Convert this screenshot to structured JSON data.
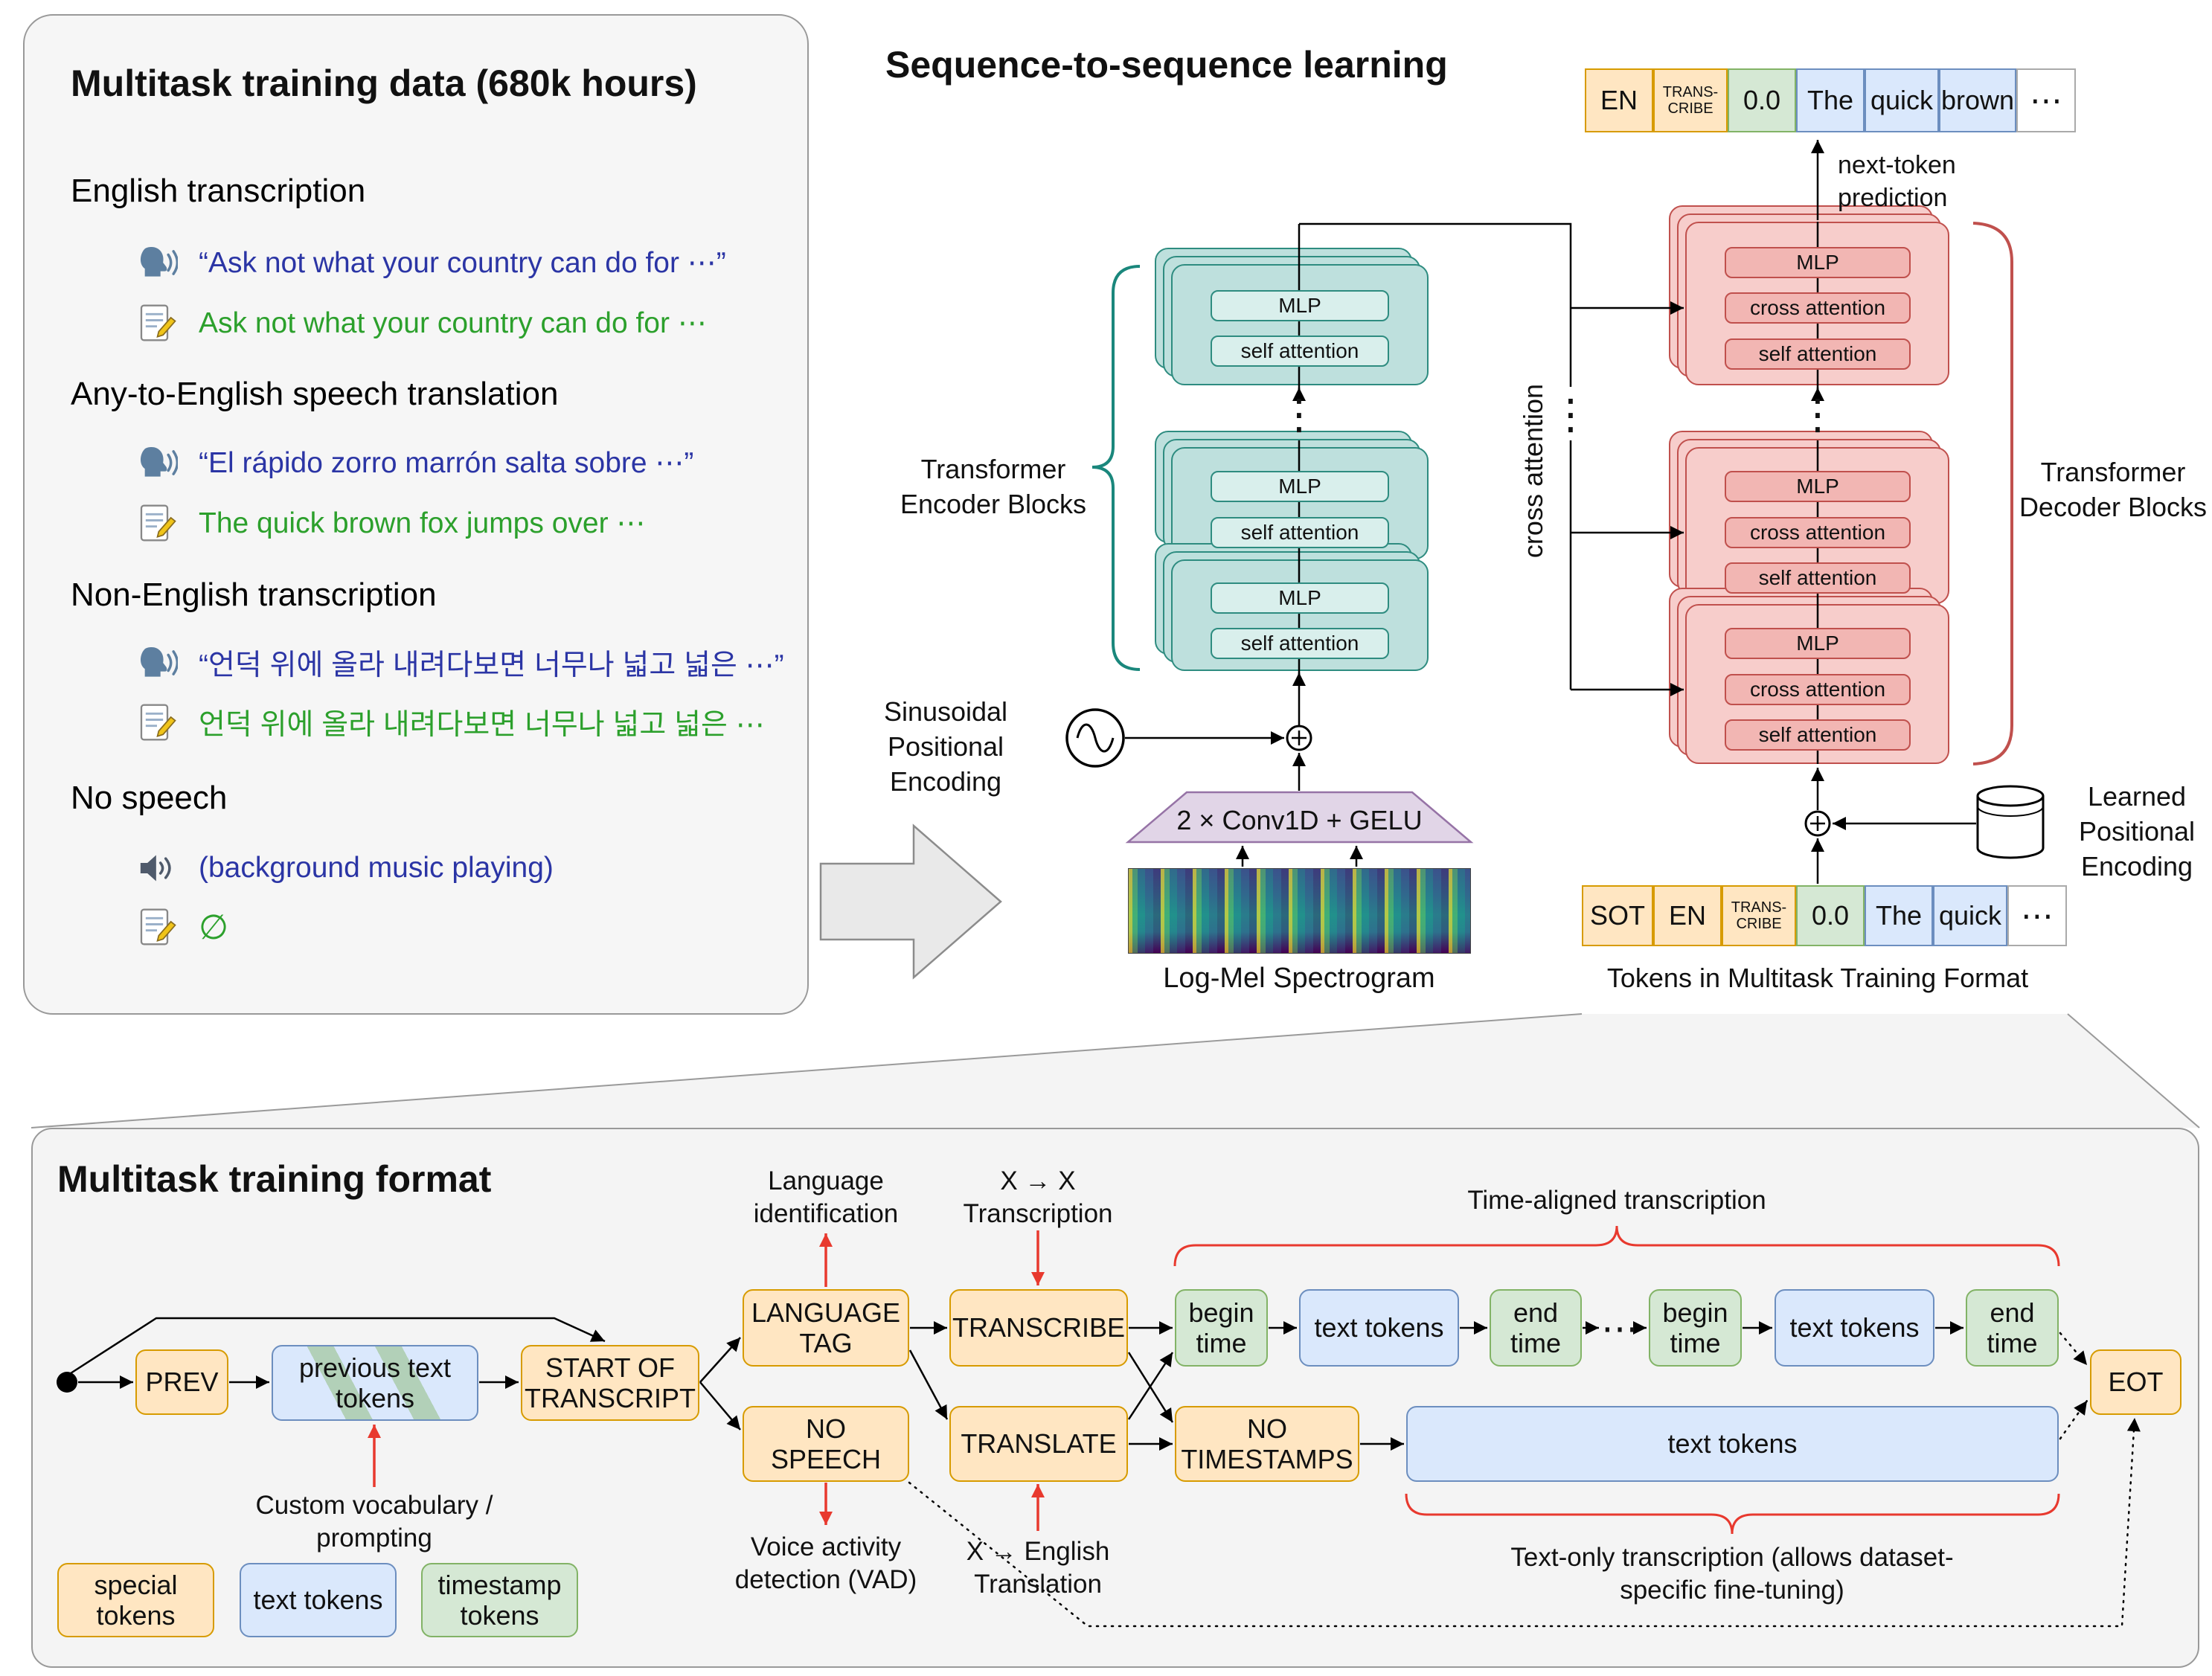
{
  "left_panel": {
    "title": "Multitask training data (680k hours)",
    "sections": [
      {
        "heading": "English transcription",
        "audio_icon": "speaking-head-icon",
        "audio": "“Ask not what your country can do for ⋯”",
        "text_icon": "memo-icon",
        "text": "Ask not what your country can do for ⋯"
      },
      {
        "heading": "Any-to-English speech translation",
        "audio_icon": "speaking-head-icon",
        "audio": "“El rápido zorro marrón salta sobre ⋯”",
        "text_icon": "memo-icon",
        "text": "The quick brown fox jumps over ⋯"
      },
      {
        "heading": "Non-English transcription",
        "audio_icon": "speaking-head-icon",
        "audio": "“언덕 위에 올라 내려다보면 너무나 넓고 넓은 ⋯”",
        "text_icon": "memo-icon",
        "text": "언덕 위에 올라 내려다보면 너무나 넓고 넓은 ⋯"
      },
      {
        "heading": "No speech",
        "audio_icon": "speaker-icon",
        "audio": "(background music playing)",
        "text_icon": "memo-icon",
        "text": "∅"
      }
    ]
  },
  "seq2seq": {
    "title": "Sequence-to-sequence learning",
    "next_token_label": "next-token prediction",
    "output_tokens": [
      {
        "label": "EN",
        "type": "special"
      },
      {
        "label": "TRANS-CRIBE",
        "type": "special"
      },
      {
        "label": "0.0",
        "type": "timestamp"
      },
      {
        "label": "The",
        "type": "text"
      },
      {
        "label": "quick",
        "type": "text"
      },
      {
        "label": "brown",
        "type": "text"
      },
      {
        "label": "⋯",
        "type": "plain"
      }
    ],
    "encoder_label": "Transformer Encoder Blocks",
    "decoder_label": "Transformer Decoder Blocks",
    "cross_attention_rotated": "cross attention",
    "block_labels": {
      "mlp": "MLP",
      "self_attention": "self attention",
      "cross_attention": "cross attention"
    },
    "sinusoidal_label": "Sinusoidal Positional Encoding",
    "conv_label": "2 × Conv1D + GELU",
    "spectrogram_caption": "Log-Mel Spectrogram",
    "input_tokens": [
      {
        "label": "SOT",
        "type": "special"
      },
      {
        "label": "EN",
        "type": "special"
      },
      {
        "label": "TRANS-CRIBE",
        "type": "special"
      },
      {
        "label": "0.0",
        "type": "timestamp"
      },
      {
        "label": "The",
        "type": "text"
      },
      {
        "label": "quick",
        "type": "text"
      },
      {
        "label": "⋯",
        "type": "plain"
      }
    ],
    "input_caption": "Tokens in Multitask Training Format",
    "learned_label": "Learned Positional Encoding"
  },
  "format_panel": {
    "title": "Multitask training format",
    "nodes": {
      "prev": "PREV",
      "previous_text": "previous text tokens",
      "sot": "START OF TRANSCRIPT",
      "language_tag": "LANGUAGE TAG",
      "no_speech": "NO SPEECH",
      "transcribe": "TRANSCRIBE",
      "translate": "TRANSLATE",
      "begin_time": "begin time",
      "text_tokens": "text tokens",
      "end_time": "end time",
      "no_timestamps": "NO TIMESTAMPS",
      "eot": "EOT"
    },
    "annotations": {
      "language_id": "Language identification",
      "xx_transcription": "X → X Transcription",
      "time_aligned": "Time-aligned transcription",
      "custom_vocab": "Custom vocabulary / prompting",
      "vad": "Voice activity detection (VAD)",
      "x_english": "X → English Translation",
      "text_only": "Text-only transcription (allows dataset-specific fine-tuning)"
    },
    "legend": [
      {
        "label": "special tokens",
        "type": "special"
      },
      {
        "label": "text tokens",
        "type": "text"
      },
      {
        "label": "timestamp tokens",
        "type": "timestamp"
      }
    ]
  },
  "glyphs": {
    "vdots": "⋮",
    "hdots": "⋯"
  },
  "colors": {
    "special_fill": "#FFE6C2",
    "special_border": "#D79B00",
    "text_fill": "#DAE8FC",
    "text_border": "#6C8EBF",
    "timestamp_fill": "#D5E8D4",
    "timestamp_border": "#82B366",
    "encoder_fill": "#BEE0DD",
    "encoder_border": "#2E8C80",
    "decoder_fill": "#F7CDCB",
    "decoder_border": "#C0504D",
    "conv_fill": "#E1D5E7",
    "conv_border": "#9673A6",
    "audio_text": "#2b35a5",
    "transcript_text": "#2ca02c",
    "annotation_red": "#E8392E",
    "panel_bg": "#F6F6F6"
  }
}
